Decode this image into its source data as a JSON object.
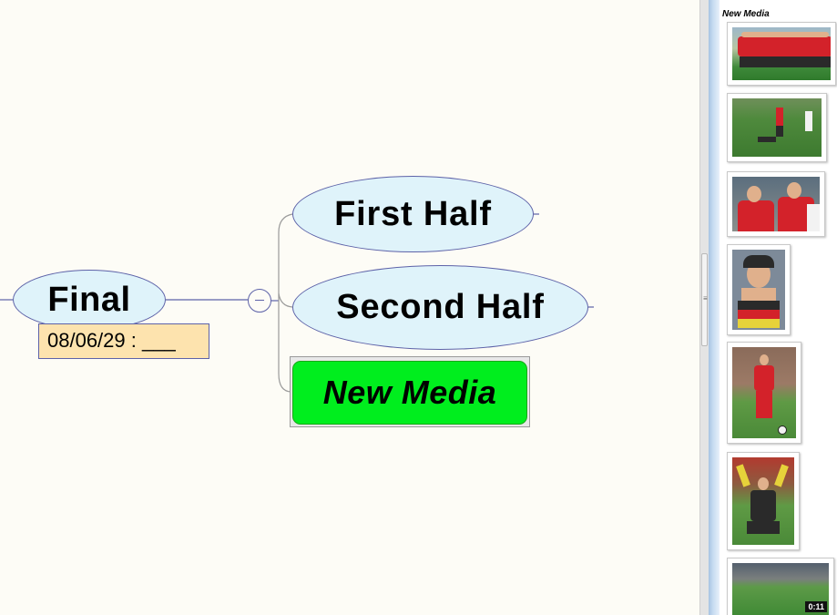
{
  "mindmap": {
    "central_topic": "Final",
    "date_note": "08/06/29 : ___",
    "subtopics": [
      {
        "label": "First Half"
      },
      {
        "label": "Second Half"
      },
      {
        "label": "New Media"
      }
    ],
    "collapse_icon": "minus-circle-icon"
  },
  "colors": {
    "topic_fill": "#dff3fa",
    "topic_border": "#5d62a8",
    "note_fill": "#fde3ae",
    "new_media_fill": "#00ee1e",
    "canvas_bg": "#fdfcf6"
  },
  "media_pane": {
    "title": "New Media",
    "thumbnails": [
      {
        "icon": "team-photo-image"
      },
      {
        "icon": "match-action-image"
      },
      {
        "icon": "players-celebrating-image"
      },
      {
        "icon": "fan-with-flag-image"
      },
      {
        "icon": "player-dribbling-image"
      },
      {
        "icon": "goalkeeper-celebrating-image"
      },
      {
        "icon": "stadium-video-thumbnail",
        "duration": "0:11"
      }
    ]
  }
}
